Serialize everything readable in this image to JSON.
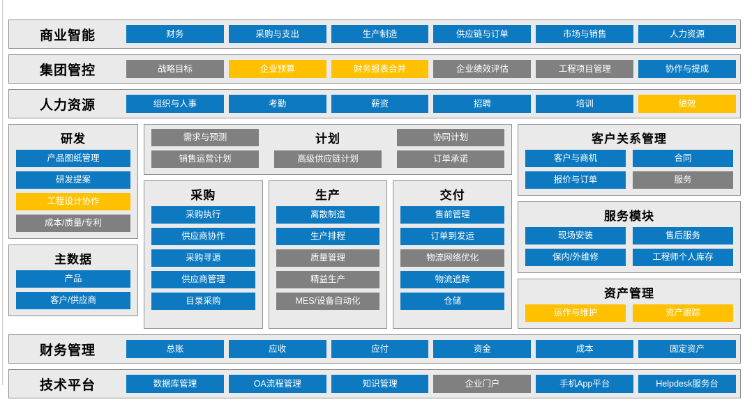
{
  "colors": {
    "blue": "#0d79c0",
    "gray": "#808080",
    "yellow": "#ffc000",
    "panel_bg": "#eaeaea",
    "panel_border": "#8f8f96"
  },
  "bands_top": [
    {
      "title": "商业智能",
      "cells": [
        {
          "label": "财务",
          "color": "blue"
        },
        {
          "label": "采购与支出",
          "color": "blue"
        },
        {
          "label": "生产制造",
          "color": "blue"
        },
        {
          "label": "供应链与订单",
          "color": "blue"
        },
        {
          "label": "市场与销售",
          "color": "blue"
        },
        {
          "label": "人力资源",
          "color": "blue"
        }
      ]
    },
    {
      "title": "集团管控",
      "cells": [
        {
          "label": "战略目标",
          "color": "gray"
        },
        {
          "label": "企业预算",
          "color": "yellow"
        },
        {
          "label": "财务报表合并",
          "color": "yellow"
        },
        {
          "label": "企业绩效评估",
          "color": "gray"
        },
        {
          "label": "工程项目管理",
          "color": "gray"
        },
        {
          "label": "协作与提成",
          "color": "blue"
        }
      ]
    },
    {
      "title": "人力资源",
      "cells": [
        {
          "label": "组织与人事",
          "color": "blue"
        },
        {
          "label": "考勤",
          "color": "blue"
        },
        {
          "label": "薪资",
          "color": "blue"
        },
        {
          "label": "招聘",
          "color": "blue"
        },
        {
          "label": "培训",
          "color": "blue"
        },
        {
          "label": "绩效",
          "color": "yellow"
        }
      ]
    }
  ],
  "rnd": {
    "title": "研发",
    "items": [
      {
        "label": "产品图纸管理",
        "color": "blue"
      },
      {
        "label": "研发提案",
        "color": "blue"
      },
      {
        "label": "工程设计协作",
        "color": "yellow"
      },
      {
        "label": "成本/质量/专利",
        "color": "gray"
      }
    ]
  },
  "master_data": {
    "title": "主数据",
    "items": [
      {
        "label": "产品",
        "color": "blue"
      },
      {
        "label": "客户/供应商",
        "color": "blue"
      }
    ]
  },
  "plan": {
    "title": "计划",
    "left": [
      {
        "label": "需求与预测",
        "color": "gray"
      },
      {
        "label": "销售运营计划",
        "color": "gray"
      }
    ],
    "center": [
      {
        "label": "高级供应链计划",
        "color": "gray"
      }
    ],
    "right": [
      {
        "label": "协同计划",
        "color": "gray"
      },
      {
        "label": "订单承诺",
        "color": "gray"
      }
    ]
  },
  "procurement": {
    "title": "采购",
    "items": [
      {
        "label": "采购执行",
        "color": "blue"
      },
      {
        "label": "供应商协作",
        "color": "blue"
      },
      {
        "label": "采购寻源",
        "color": "blue"
      },
      {
        "label": "供应商管理",
        "color": "blue"
      },
      {
        "label": "目录采购",
        "color": "blue"
      }
    ]
  },
  "production": {
    "title": "生产",
    "items": [
      {
        "label": "离散制造",
        "color": "blue"
      },
      {
        "label": "生产排程",
        "color": "blue"
      },
      {
        "label": "质量管理",
        "color": "gray"
      },
      {
        "label": "精益生产",
        "color": "gray"
      },
      {
        "label": "MES/设备自动化",
        "color": "gray"
      }
    ]
  },
  "delivery": {
    "title": "交付",
    "items": [
      {
        "label": "售前管理",
        "color": "blue"
      },
      {
        "label": "订单到发运",
        "color": "blue"
      },
      {
        "label": "物流网络优化",
        "color": "gray"
      },
      {
        "label": "物流追踪",
        "color": "blue"
      },
      {
        "label": "仓储",
        "color": "blue"
      }
    ]
  },
  "crm": {
    "title": "客户关系管理",
    "items": [
      {
        "label": "客户与商机",
        "color": "blue"
      },
      {
        "label": "合同",
        "color": "blue"
      },
      {
        "label": "报价与订单",
        "color": "blue"
      },
      {
        "label": "服务",
        "color": "gray"
      }
    ]
  },
  "service": {
    "title": "服务模块",
    "items": [
      {
        "label": "现场安装",
        "color": "blue"
      },
      {
        "label": "售后服务",
        "color": "blue"
      },
      {
        "label": "保内/外维修",
        "color": "blue"
      },
      {
        "label": "工程师个人库存",
        "color": "blue"
      }
    ]
  },
  "asset": {
    "title": "资产管理",
    "items": [
      {
        "label": "运作与维护",
        "color": "yellow"
      },
      {
        "label": "资产跟踪",
        "color": "yellow"
      }
    ]
  },
  "bands_bottom": [
    {
      "title": "财务管理",
      "cells": [
        {
          "label": "总账",
          "color": "blue"
        },
        {
          "label": "应收",
          "color": "blue"
        },
        {
          "label": "应付",
          "color": "blue"
        },
        {
          "label": "资金",
          "color": "blue"
        },
        {
          "label": "成本",
          "color": "blue"
        },
        {
          "label": "固定资产",
          "color": "blue"
        }
      ]
    },
    {
      "title": "技术平台",
      "cells": [
        {
          "label": "数据库管理",
          "color": "blue"
        },
        {
          "label": "OA流程管理",
          "color": "blue"
        },
        {
          "label": "知识管理",
          "color": "blue"
        },
        {
          "label": "企业门户",
          "color": "gray"
        },
        {
          "label": "手机App平台",
          "color": "blue"
        },
        {
          "label": "Helpdesk服务台",
          "color": "blue"
        }
      ]
    }
  ]
}
